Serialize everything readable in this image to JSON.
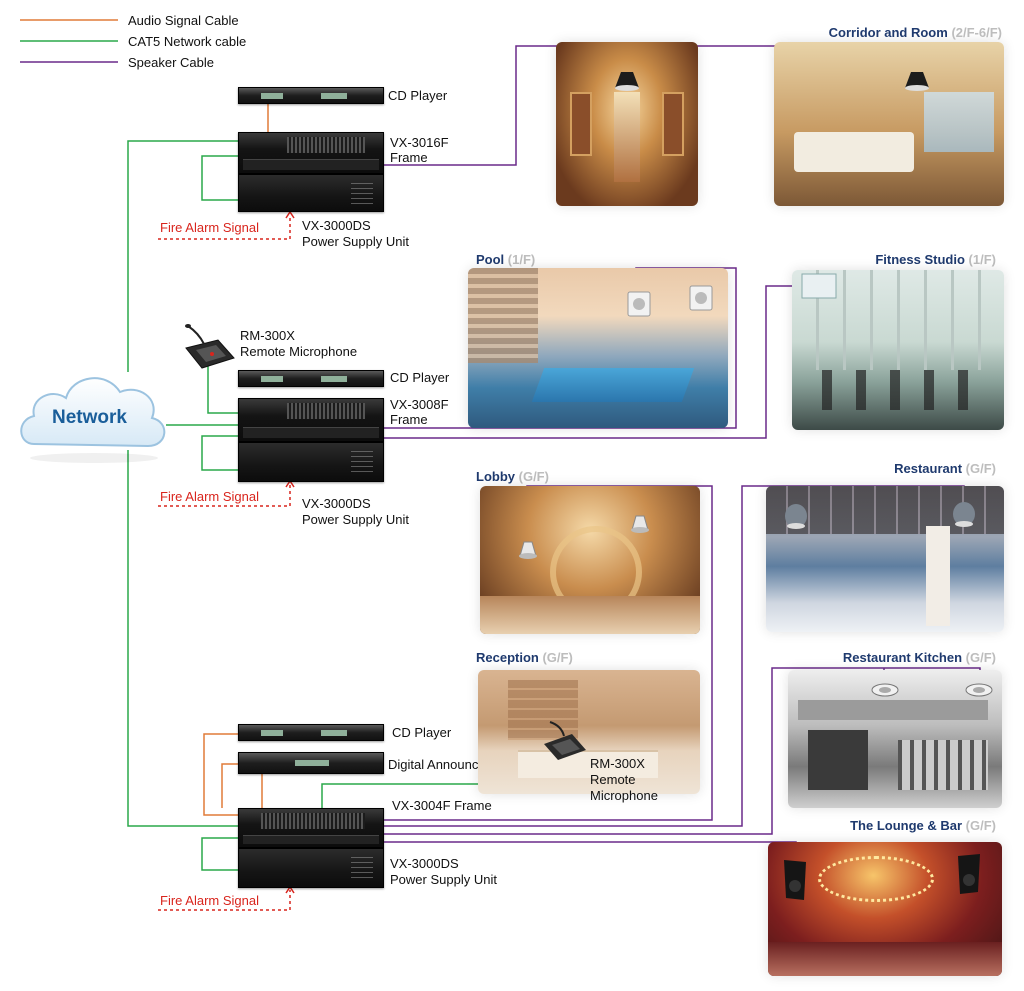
{
  "legend": [
    {
      "label": "Audio Signal Cable",
      "color": "#e07b39"
    },
    {
      "label": "CAT5 Network cable",
      "color": "#2aa84a"
    },
    {
      "label": "Speaker Cable",
      "color": "#6a2a8a"
    }
  ],
  "network": {
    "label": "Network",
    "icon": "cloud-icon"
  },
  "colors": {
    "zone_title": "#1f3a6e",
    "floor": "#bdbdbd",
    "fire": "#d9251d"
  },
  "racks": [
    {
      "cd_player": "CD Player",
      "frame": [
        "VX-3016F",
        "Frame"
      ],
      "fire_alarm": "Fire Alarm Signal",
      "psu": [
        "VX-3000DS",
        "Power Supply Unit"
      ]
    },
    {
      "remote_mic": [
        "RM-300X",
        "Remote Microphone"
      ],
      "cd_player": "CD Player",
      "frame": [
        "VX-3008F",
        "Frame"
      ],
      "fire_alarm": "Fire Alarm Signal",
      "psu": [
        "VX-3000DS",
        "Power Supply Unit"
      ]
    },
    {
      "cd_player": "CD Player",
      "announcer": "Digital Announcer",
      "remote_mic": [
        "RM-300X",
        "Remote",
        "Microphone"
      ],
      "frame": "VX-3004F Frame",
      "psu": [
        "VX-3000DS",
        "Power Supply Unit"
      ],
      "fire_alarm": "Fire Alarm Signal"
    }
  ],
  "zones": {
    "corridor": {
      "name": "Corridor and Room",
      "floor": "(2/F-6/F)"
    },
    "pool": {
      "name": "Pool",
      "floor": "(1/F)"
    },
    "fitness": {
      "name": "Fitness Studio",
      "floor": "(1/F)"
    },
    "lobby": {
      "name": "Lobby",
      "floor": "(G/F)"
    },
    "restaurant": {
      "name": "Restaurant",
      "floor": "(G/F)"
    },
    "reception": {
      "name": "Reception",
      "floor": "(G/F)"
    },
    "kitchen": {
      "name": "Restaurant Kitchen",
      "floor": "(G/F)"
    },
    "lounge": {
      "name": "The Lounge & Bar",
      "floor": "(G/F)"
    }
  }
}
